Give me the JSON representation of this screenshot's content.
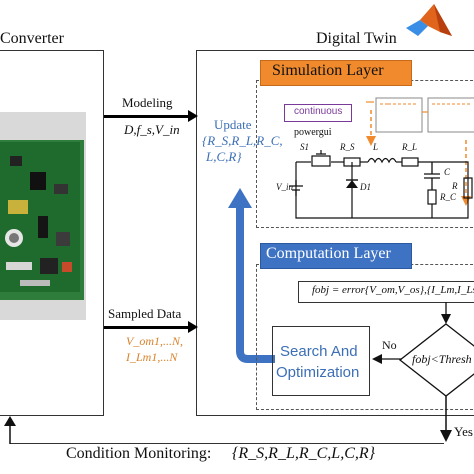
{
  "left_panel": {
    "title": "Converter"
  },
  "digital_twin": {
    "title": "Digital Twin"
  },
  "modeling": {
    "label": "Modeling",
    "params": "D,f_s,V_in"
  },
  "update": {
    "label": "Update",
    "params_line1": "{R_S,R_L,R_C,",
    "params_line2": "L,C,R}"
  },
  "sampled": {
    "label": "Sampled Data",
    "line1": "V_om1,...N,",
    "line2": "I_Lm1,...N"
  },
  "simulation_layer": {
    "title": "Simulation Layer",
    "powergui_button": "continuous",
    "powergui_label": "powergui",
    "components": [
      "S1",
      "R_S",
      "L",
      "R_L",
      "V_in",
      "D1",
      "C",
      "R_C",
      "R"
    ]
  },
  "computation_layer": {
    "title": "Computation Layer",
    "equation": "fobj = error{V_om,V_os},{I_Lm,I_Ls}",
    "search_line1": "Search And",
    "search_line2": "Optimization",
    "decision": "fobj<Thresh",
    "no_label": "No",
    "yes_label": "Yes"
  },
  "condition_monitoring": {
    "label": "Condition Monitoring:",
    "params": "{R_S,R_L,R_C,L,C,R}"
  },
  "colors": {
    "orange": "#f08a2c",
    "blue": "#3e73c4",
    "accent_text": "#3c6fb6",
    "sampled_text": "#d9822b"
  }
}
